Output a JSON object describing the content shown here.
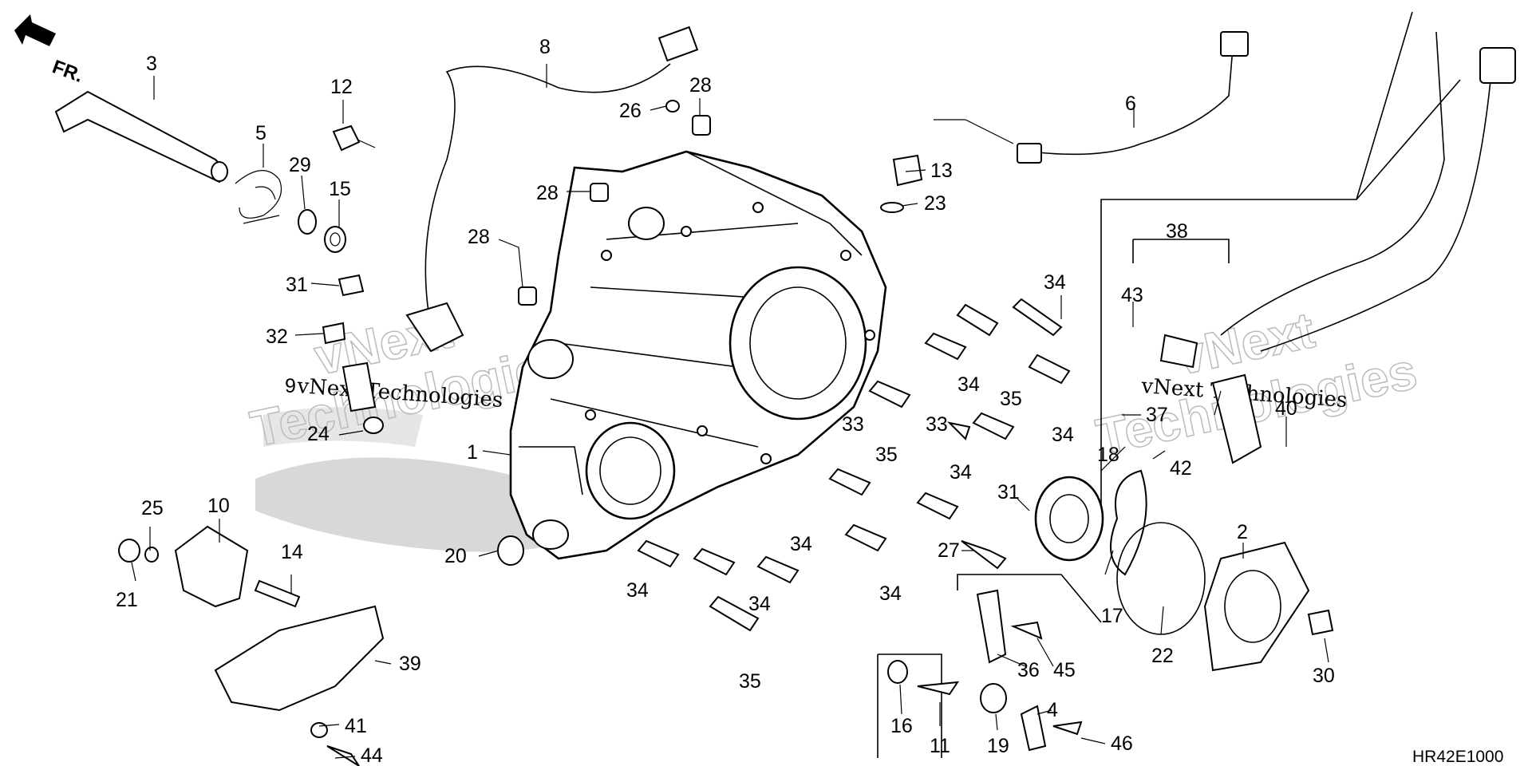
{
  "diagram": {
    "direction_label": "FR.",
    "drawing_code": "HR42E1000",
    "watermark_line1": "vNext",
    "watermark_line2": "Technologies",
    "watermark_inline": "vNext Technologies",
    "part_labels": [
      {
        "id": "3",
        "text": "3"
      },
      {
        "id": "5",
        "text": "5"
      },
      {
        "id": "29",
        "text": "29"
      },
      {
        "id": "15",
        "text": "15"
      },
      {
        "id": "12",
        "text": "12"
      },
      {
        "id": "8",
        "text": "8"
      },
      {
        "id": "26",
        "text": "26"
      },
      {
        "id": "28a",
        "text": "28"
      },
      {
        "id": "28b",
        "text": "28"
      },
      {
        "id": "28c",
        "text": "28"
      },
      {
        "id": "13",
        "text": "13"
      },
      {
        "id": "23",
        "text": "23"
      },
      {
        "id": "6",
        "text": "6"
      },
      {
        "id": "31a",
        "text": "31"
      },
      {
        "id": "32",
        "text": "32"
      },
      {
        "id": "9",
        "text": "9"
      },
      {
        "id": "24",
        "text": "24"
      },
      {
        "id": "1",
        "text": "1"
      },
      {
        "id": "20",
        "text": "20"
      },
      {
        "id": "34a",
        "text": "34"
      },
      {
        "id": "34b",
        "text": "34"
      },
      {
        "id": "34c",
        "text": "34"
      },
      {
        "id": "34d",
        "text": "34"
      },
      {
        "id": "34e",
        "text": "34"
      },
      {
        "id": "34f",
        "text": "34"
      },
      {
        "id": "34g",
        "text": "34"
      },
      {
        "id": "34h",
        "text": "34"
      },
      {
        "id": "33a",
        "text": "33"
      },
      {
        "id": "33b",
        "text": "33"
      },
      {
        "id": "35a",
        "text": "35"
      },
      {
        "id": "35b",
        "text": "35"
      },
      {
        "id": "35c",
        "text": "35"
      },
      {
        "id": "38",
        "text": "38"
      },
      {
        "id": "43",
        "text": "43"
      },
      {
        "id": "37",
        "text": "37"
      },
      {
        "id": "40",
        "text": "40"
      },
      {
        "id": "42",
        "text": "42"
      },
      {
        "id": "18",
        "text": "18"
      },
      {
        "id": "31b",
        "text": "31"
      },
      {
        "id": "27",
        "text": "27"
      },
      {
        "id": "17",
        "text": "17"
      },
      {
        "id": "22",
        "text": "22"
      },
      {
        "id": "2",
        "text": "2"
      },
      {
        "id": "30",
        "text": "30"
      },
      {
        "id": "25",
        "text": "25"
      },
      {
        "id": "10",
        "text": "10"
      },
      {
        "id": "21",
        "text": "21"
      },
      {
        "id": "14",
        "text": "14"
      },
      {
        "id": "39",
        "text": "39"
      },
      {
        "id": "41",
        "text": "41"
      },
      {
        "id": "44",
        "text": "44"
      },
      {
        "id": "36",
        "text": "36"
      },
      {
        "id": "45",
        "text": "45"
      },
      {
        "id": "16",
        "text": "16"
      },
      {
        "id": "11",
        "text": "11"
      },
      {
        "id": "19",
        "text": "19"
      },
      {
        "id": "4",
        "text": "4"
      },
      {
        "id": "46",
        "text": "46"
      }
    ]
  }
}
